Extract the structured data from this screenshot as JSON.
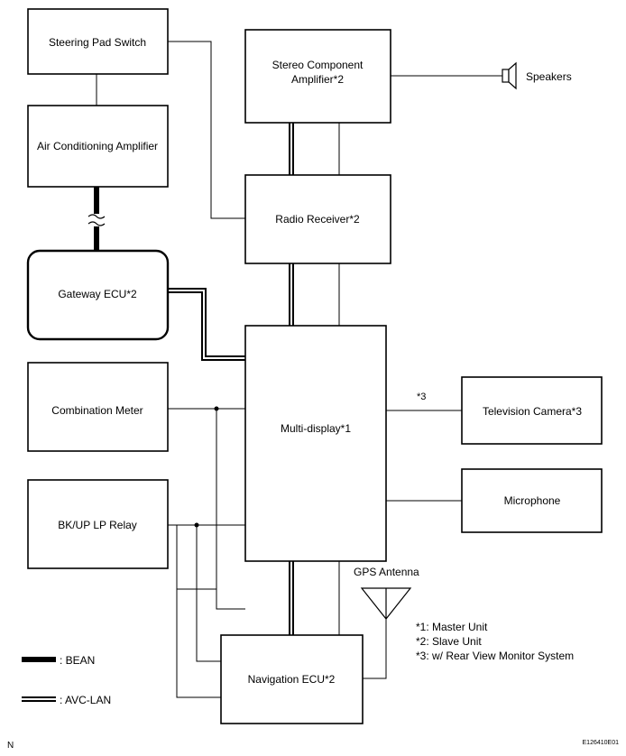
{
  "blocks": {
    "steering_pad_switch": "Steering Pad Switch",
    "stereo_amp_line1": "Stereo Component",
    "stereo_amp_line2": "Amplifier*2",
    "speakers": "Speakers",
    "air_conditioning_amplifier": "Air Conditioning Amplifier",
    "radio_receiver": "Radio Receiver*2",
    "gateway_ecu": "Gateway ECU*2",
    "combination_meter": "Combination Meter",
    "multi_display": "Multi-display*1",
    "television_camera": "Television Camera*3",
    "microphone": "Microphone",
    "bkup_lp_relay": "BK/UP LP Relay",
    "gps_antenna": "GPS Antenna",
    "navigation_ecu": "Navigation ECU*2"
  },
  "annotations": {
    "tv_note": "*3"
  },
  "notes": [
    "*1: Master Unit",
    "*2: Slave Unit",
    "*3: w/ Rear View Monitor System"
  ],
  "legend": {
    "bean": ": BEAN",
    "avc_lan": ": AVC-LAN"
  },
  "corner": {
    "left": "N",
    "right": "E126410E01"
  }
}
